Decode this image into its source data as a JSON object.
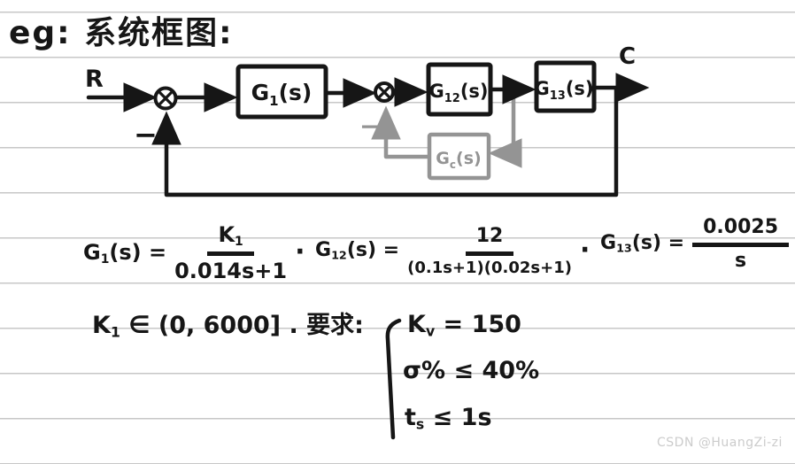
{
  "title": "eg: 系统框图:",
  "watermark": "CSDN @HuangZi-zi",
  "colors": {
    "ink": "#161616",
    "gray-ink": "#949494",
    "rule-line": "#c7c7c7",
    "watermark": "#cccccc"
  },
  "diagram": {
    "input_label": "R",
    "output_label": "C",
    "sum1_sign": "−",
    "sum2_sign": "−",
    "blocks": {
      "g1": {
        "base": "G",
        "sub": "1",
        "arg": "(s)"
      },
      "g12": {
        "base": "G",
        "sub": "12",
        "arg": "(s)"
      },
      "g13": {
        "base": "G",
        "sub": "13",
        "arg": "(s)"
      },
      "gc": {
        "base": "G",
        "sub": "c",
        "arg": "(s)"
      }
    }
  },
  "formulas": [
    {
      "lhs_base": "G",
      "lhs_sub": "1",
      "lhs_rest": "(s) =",
      "num": "K",
      "num_sub": "1",
      "den": "0.014s+1",
      "tail": "·"
    },
    {
      "lhs_base": "G",
      "lhs_sub": "12",
      "lhs_rest": "(s) =",
      "num": "12",
      "num_sub": "",
      "den": "(0.1s+1)(0.02s+1)",
      "tail": "·"
    },
    {
      "lhs_base": "G",
      "lhs_sub": "13",
      "lhs_rest": "(s) =",
      "num": "0.0025",
      "num_sub": "",
      "den": "s",
      "tail": ""
    }
  ],
  "constraint": {
    "base": "K",
    "sub": "1",
    "rest": " ∈ (0, 6000] . 要求:"
  },
  "requirements": [
    {
      "base": "K",
      "sub": "v",
      "rest": " = 150"
    },
    {
      "base": "σ%",
      "sub": "",
      "rest": " ≤ 40%"
    },
    {
      "base": "t",
      "sub": "s",
      "rest": " ≤ 1s"
    }
  ]
}
